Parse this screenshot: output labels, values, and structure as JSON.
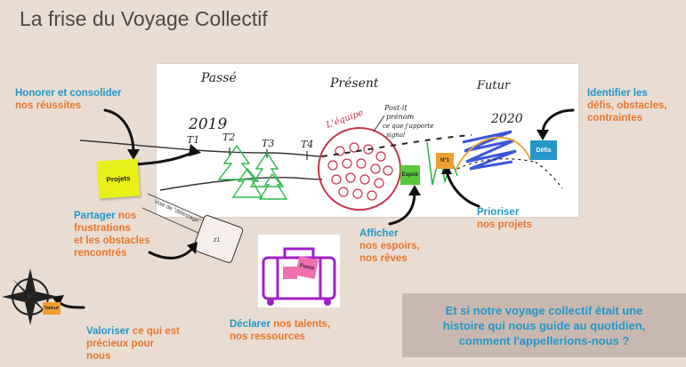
{
  "title": "La frise du Voyage Collectif",
  "board": {
    "passe": "Passé",
    "present": "Présent",
    "futur": "Futur",
    "year_2019": "2019",
    "year_2020": "2020",
    "t1": "T1",
    "t2": "T2",
    "t3": "T3",
    "t4": "T4",
    "equipe": "L'équipe",
    "postit_note_1": "Post-it",
    "postit_note_2": "prénom",
    "postit_note_3": "ce que j'apporte",
    "postit_note_4": "signal",
    "delestage": "Voie de \"délestage\"",
    "z1": "z1"
  },
  "postits": {
    "projets": "Projets",
    "espoir": "Espoir",
    "n1": "N°1",
    "defis": "Défis",
    "force": "Force",
    "valeur": "Valeur"
  },
  "labels": {
    "honorer": {
      "a": "Honorer et consolider",
      "b": "nos réussites"
    },
    "partager": {
      "a": "Partager ",
      "b": "nos",
      "c": "frustrations",
      "d": "et les obstacles",
      "e": "rencontrés"
    },
    "identifier": {
      "a": "Identifier les",
      "b": "défis, obstacles,",
      "c": "contraintes"
    },
    "prioriser": {
      "a": "Prioriser",
      "b": "nos projets"
    },
    "afficher": {
      "a": "Afficher",
      "b": "nos espoirs,",
      "c": "nos rêves"
    },
    "declarer": {
      "a": "Déclarer ",
      "b": "nos talents,",
      "c": "nos ressources"
    },
    "valoriser": {
      "a": "Valoriser ",
      "b": "ce qui est",
      "c": "précieux pour",
      "d": "nous"
    }
  },
  "callout": {
    "line1": "Et si notre voyage collectif était une",
    "line2": "histoire qui nous guide au quotidien,",
    "line3": "comment l'appellerions-nous ?"
  },
  "colors": {
    "blue": "#2596c8",
    "orange": "#e8772e",
    "green_tree": "#2eb84a",
    "purple_suitcase": "#a020c8",
    "pink_postit": "#f06fb0",
    "postit_yellow": "#e8f018",
    "postit_green": "#58c83a",
    "postit_orange": "#f0a030",
    "postit_blue": "#2596c8"
  }
}
